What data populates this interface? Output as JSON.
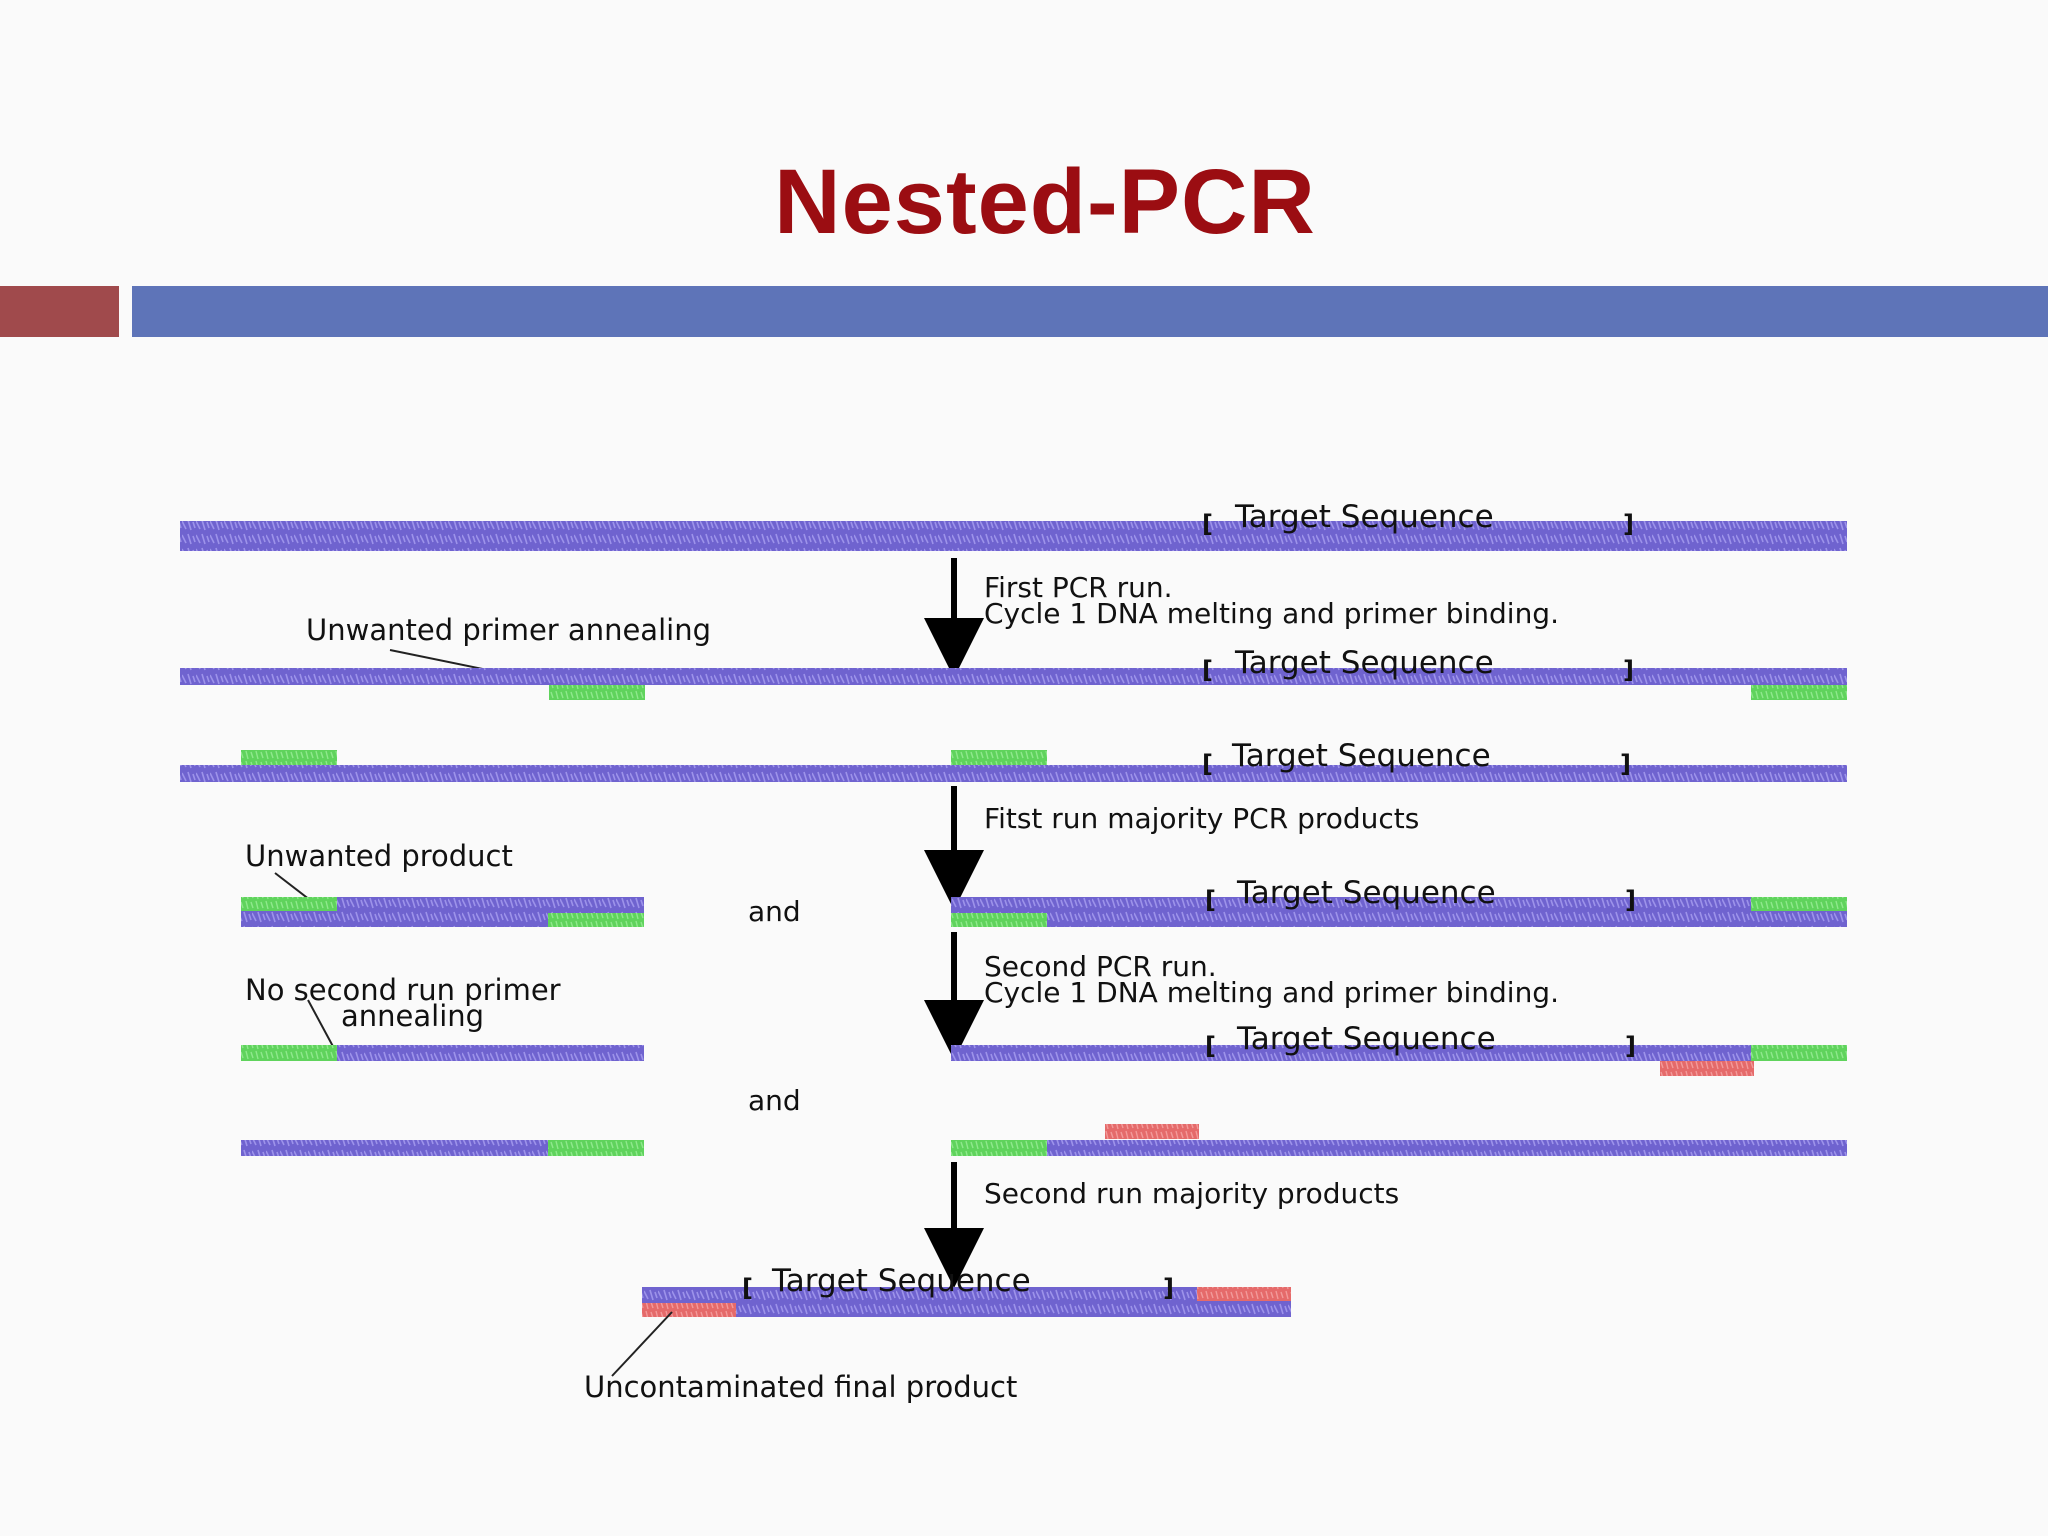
{
  "slide": {
    "title": "Nested-PCR"
  },
  "colors": {
    "title": "#9b0d12",
    "accent_red": "#a04a4c",
    "accent_blue": "#5e74b8",
    "dna_strand": "#6f63cf",
    "primer_outer": "#5fd35c",
    "primer_nested": "#e56a6a"
  },
  "diagram": {
    "target_label": "Target Sequence",
    "steps": {
      "first_run": "First PCR run.",
      "cycle_binding": "Cycle 1 DNA melting and primer binding.",
      "first_products": "Fitst run majority PCR products",
      "second_run": "Second PCR run.",
      "second_products": "Second run majority products"
    },
    "labels": {
      "unwanted_annealing": "Unwanted primer annealing",
      "unwanted_product": "Unwanted product",
      "no_second_line1": "No second run primer",
      "no_second_line2": "annealing",
      "and": "and",
      "final_product": "Uncontaminated final product"
    }
  }
}
